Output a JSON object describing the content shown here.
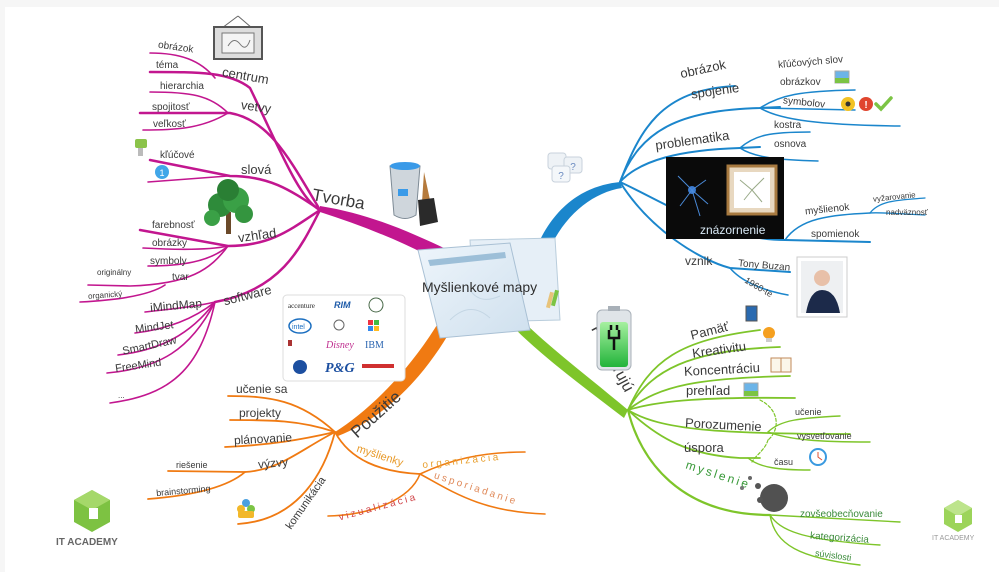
{
  "title": "Myšlienkové mapy",
  "colors": {
    "tvorba": "#c2168f",
    "pouzitie": "#f07a12",
    "podporuju": "#7ec52a",
    "blue": "#1b86cc",
    "text": "#3a3a3a",
    "brand": "#7dc242"
  },
  "branches": {
    "tvorba": {
      "label": "Tvorba",
      "centrum": {
        "label": "centrum",
        "children": [
          "obrázok",
          "téma"
        ]
      },
      "vetvy": {
        "label": "vetvy",
        "children": [
          "hierarchia",
          "spojitosť",
          "veľkosť"
        ]
      },
      "slova": {
        "label": "slová",
        "children": [
          "kľúčové",
          "1"
        ]
      },
      "vzhlad": {
        "label": "vzhľad",
        "children": [
          "farebnosť",
          "obrázky",
          "symboly",
          "tvar"
        ],
        "tvar_children": [
          "originálny",
          "organický"
        ]
      },
      "software": {
        "label": "software",
        "children": [
          "iMindMap",
          "MindJet",
          "SmartDraw",
          "FreeMind",
          "..."
        ]
      }
    },
    "pouzitie": {
      "label": "Použitie",
      "children": [
        "učenie sa",
        "projekty",
        "plánovanie",
        "výzvy",
        "komunikácia"
      ],
      "vyzvy_children": [
        "riešenie",
        "brainstorming"
      ],
      "myslienky": {
        "label": "myšlienky",
        "children": [
          "organizácia",
          "usporiadanie",
          "vizualizácia"
        ]
      },
      "logos": [
        "accenture",
        "RIM",
        "The Body Shop",
        "intel",
        "Mercedes-Benz",
        "Microsoft",
        "University of Cambridge",
        "Disney",
        "IBM",
        "NASA",
        "P&G",
        "Lamborghini"
      ]
    },
    "blue": {
      "obrazok": "obrázok",
      "spojenie": {
        "label": "spojenie",
        "children": [
          "kľúčových slov",
          "obrázkov",
          "symbolov"
        ]
      },
      "problematika": {
        "label": "problematika",
        "children": [
          "kostra",
          "osnova"
        ]
      },
      "znazornenie": {
        "label": "znázornenie",
        "myslienok": {
          "label": "myšlienok",
          "children": [
            "vyžarovanie",
            "nadväznosť"
          ]
        },
        "spomienok": "spomienok"
      },
      "vznik": {
        "label": "vznik",
        "children": [
          "Tony Buzan",
          "1960-te"
        ]
      }
    },
    "podporuju": {
      "label": "Podporujú",
      "children": [
        "Pamäť",
        "Kreativitu",
        "Koncentráciu",
        "prehľad",
        "Porozumenie",
        "úspora"
      ],
      "porozumenie_children": [
        "učenie",
        "vysvetľovanie"
      ],
      "uspora_children": [
        "času"
      ],
      "myslenie": {
        "label": "myslenie",
        "children": [
          "zovšeobecňovanie",
          "kategorizácia",
          "súvislosti"
        ]
      }
    }
  },
  "logo": {
    "left": "IT ACADEMY",
    "right": "IT ACADEMY"
  }
}
